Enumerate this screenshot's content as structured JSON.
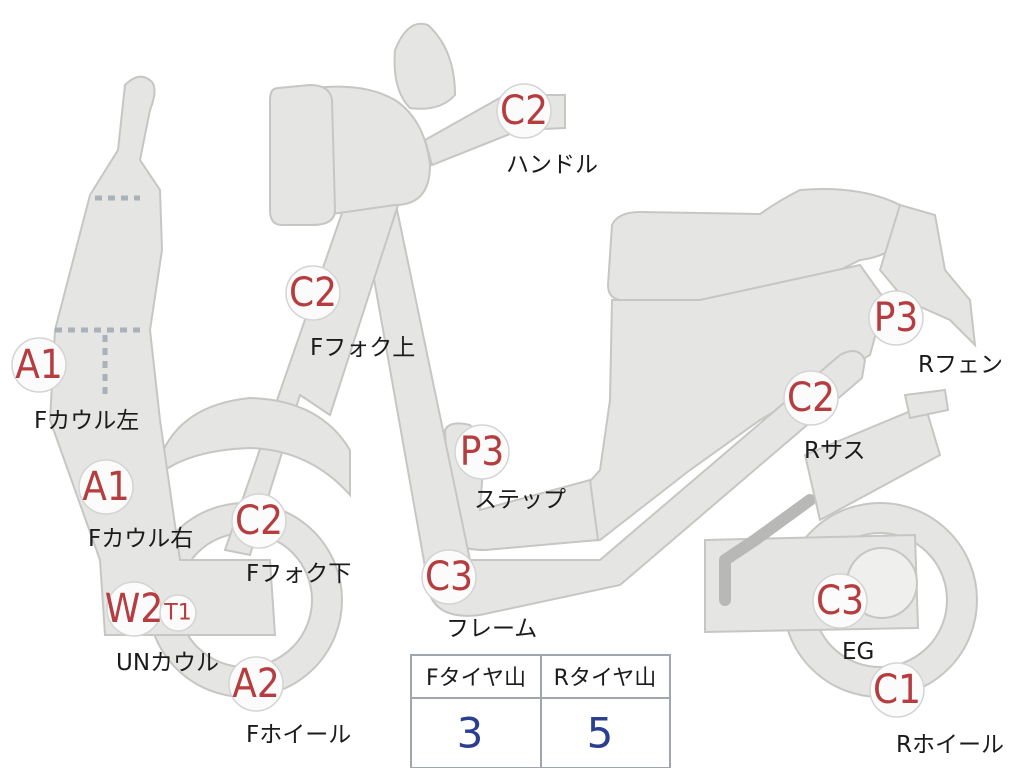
{
  "diagram": {
    "labels": {
      "handle": "ハンドル",
      "f_fork_upper": "Fフォク上",
      "f_cowl_left": "Fカウル左",
      "f_cowl_right": "Fカウル右",
      "f_fork_lower": "Fフォク下",
      "un_cowl": "UNカウル",
      "f_wheel": "Fホイール",
      "step": "ステップ",
      "frame": "フレーム",
      "r_fender": "Rフェン",
      "r_sus": "Rサス",
      "engine": "EG",
      "r_wheel": "Rホイール"
    },
    "grades": {
      "handle": "C2",
      "f_fork_upper": "C2",
      "f_cowl_left": "A1",
      "f_cowl_right": "A1",
      "f_fork_lower": "C2",
      "un_cowl": "W2",
      "un_cowl_extra": "T1",
      "f_wheel": "A2",
      "step": "P3",
      "frame": "C3",
      "r_fender": "P3",
      "r_sus": "C2",
      "engine": "C3",
      "r_wheel": "C1"
    }
  },
  "tire_table": {
    "headers": [
      "Fタイヤ山",
      "Rタイヤ山"
    ],
    "values": [
      "3",
      "5"
    ]
  },
  "colors": {
    "grade_text": "#b63d3f",
    "table_value": "#2a3f8f",
    "part_fill": "#e5e5e3",
    "table_border": "#9ea6b0"
  }
}
